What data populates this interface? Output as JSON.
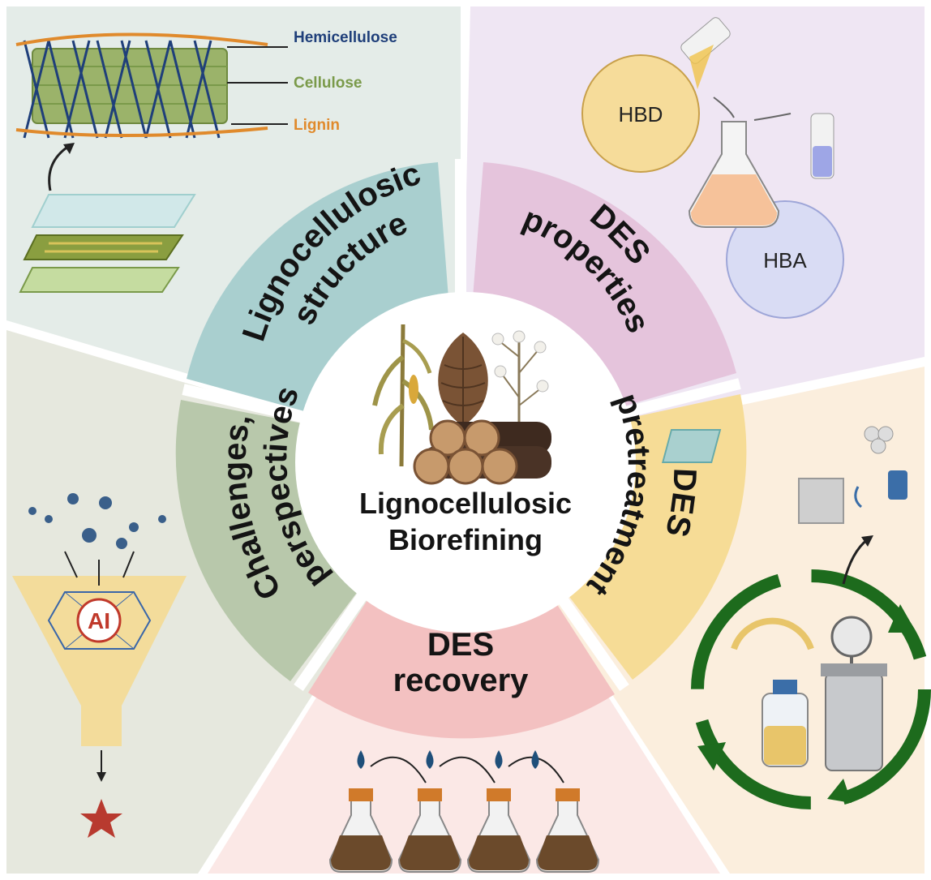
{
  "center": {
    "title_line1": "Lignocellulosic",
    "title_line2": "Biorefining"
  },
  "segments": {
    "structure": {
      "line1": "Lignocellulosic",
      "line2": "structure"
    },
    "properties": {
      "line1": "DES",
      "line2": "properties"
    },
    "pretreatment": {
      "line1": "DES",
      "line2": "pretreatment"
    },
    "recovery": {
      "line1": "DES",
      "line2": "recovery"
    },
    "challenges": {
      "line1": "Challenges,",
      "line2": "perspectives"
    }
  },
  "structure_panel": {
    "hemicellulose": "Hemicellulose",
    "cellulose": "Cellulose",
    "lignin": "Lignin"
  },
  "properties_panel": {
    "hbd": "HBD",
    "hba": "HBA"
  },
  "challenges_panel": {
    "ai": "AI"
  },
  "colors": {
    "hemicellulose": "#1f3f7a",
    "cellulose": "#7a9a4a",
    "lignin": "#e08a2c",
    "panel_structure_bg": "#e4ece8",
    "panel_properties_bg": "#efe6f3",
    "panel_pretreatment_bg": "#fbeedd",
    "panel_recovery_bg": "#fbe8e6",
    "panel_challenges_bg": "#e6e8de",
    "ring_structure": "#a9cfcf",
    "ring_properties": "#e5c4dc",
    "ring_pretreatment": "#f6dc96",
    "ring_recovery": "#f3c1c1",
    "ring_challenges": "#b8c8ab",
    "recycle_arrow": "#1d6b1d"
  }
}
